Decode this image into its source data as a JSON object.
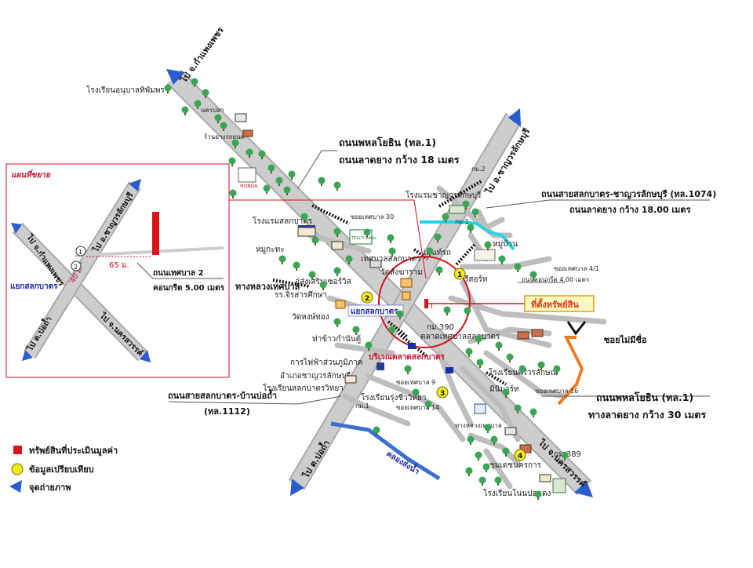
{
  "colors": {
    "road": "#c9c9c9",
    "road_edge": "#a8a8a8",
    "accent_red": "#d8131a",
    "canal": "#3a6fd0",
    "cyan": "#22d3e6",
    "orange": "#f07a1e",
    "comp": "#f2ea20",
    "callout_bg": "#fff7c0",
    "callout_border": "#e39b20",
    "callout_text": "#e03a10"
  },
  "inset": {
    "title": "แผนที่ขยาย",
    "road_top": "ไป อ.ชาญวรลักษบุรี",
    "road_left": "ไป จ.กำแพงเพชร",
    "road_bottom_left": "ไป ต.บ่อถ้ำ",
    "road_bottom_right": "ไป จ.นครสวรรค์",
    "junction": "แยกสลกบาตร",
    "dist_65": "65 ม.",
    "dist_40": "40 ม.",
    "lane_name": "ถนนเทศบาล 2",
    "lane_surface": "คอนกรีต 5.00 เมตร",
    "photo_1": "1",
    "photo_2": "2"
  },
  "legend": {
    "subject": "ทรัพย์สินที่ประเมินมูลค่า",
    "comparable": "ข้อมูลเปรียบเทียบ",
    "photo": "จุดถ่ายภาพ"
  },
  "roads": {
    "phahon_top_name": "ถนนพหลโยธิน (ทล.1)",
    "phahon_top_surface": "ถนนลาดยาง กว้าง 18 เมตร",
    "phahon_bottom_name": "ถนนพหลโยธิน (ทล.1)",
    "phahon_bottom_surface": "ทางลาดยาง กว้าง 30 เมตร",
    "r1074_name": "ถนนสายสลกบาตร-ชาญวรลักษบุรี (ทล.1074)",
    "r1074_surface": "ถนนลาดยาง กว้าง 18.00 เมตร",
    "r1112_name": "ถนนสายสลกบาตร-บ้านบ่อถ้ำ",
    "r1112_code": "(ทล.1112)",
    "to_kamphaeng": "ไป จ.กำแพงเพชร",
    "to_chanwat": "ไป อ.ชาญวรลักษบุรี",
    "to_botham": "ไป ต.บ่อถ้ำ",
    "to_nakhon": "ไป จ.นครสวรรค์",
    "junction": "แยกสลกบาตร",
    "soi_4_1": "ซอยเทศบาล 4/1",
    "soi_4_1_surface": "ถนนคอนกรีต 4.00 เมตร",
    "soi_noname": "ซอยไม่มีชื่อ",
    "soi_16": "ซอยเทศบาล 16",
    "soi_30": "ซอยเทศบาล 30",
    "soi_9": "ซอยเทศบาล 9",
    "soi_14": "ซอยเทศบาล 14",
    "tang_luang": "ทางหลวงเทศบาล",
    "km_390": "กม.390",
    "km_389": "กม.389",
    "km_2": "กม.2",
    "km_1": "กม.1",
    "km_12": "กม.1",
    "canal": "คลองส่งน้ำ"
  },
  "places": {
    "school_anuban": "โรงเรียนอนุบาลทิพัมพร",
    "nakhon_pla": "นครปลา",
    "store": "ร้านยางรถยนต์",
    "honda": "HONDA",
    "hotel_salok": "โรงแรมสลกบาตร",
    "mu_kratha": "หมูกะทะ",
    "shop_1": "อู่ส่งเสริมเซอร์วิส",
    "school_chira": "รร.จิรสารศึกษา",
    "wat_hong": "วัดหงษ์ทอง",
    "rice_shop": "ท่าข้าวกำนันตู้",
    "electric": "การไฟฟ้าส่วนภูมิภาค",
    "district": "อำเภอชาญวรลักษบุรี",
    "school_salok": "โรงเรียนสลกบาตรวิทยา",
    "school_rung": "โรงเรียนรุ่งชีววิทยา",
    "municipality": "เทศบาลสลกบาตร",
    "wat_sang": "วัดสังฆาราม",
    "tent": "เต็นท์รถ",
    "hotel_chanwat": "โรงแรมชาญวรลักษบุรี",
    "village": "หมู่บ้าน",
    "resort": "รีสอร์ท",
    "market": "ตลาดเทศบาลสลกบาตร",
    "market_area": "บริเวณตลาดสลกบาตร",
    "school_sri": "โรงเรียนศรีวรลักษณ์",
    "minimart": "มินิมาร์ท",
    "tang_luang_tes": "ทางหลวงเทศบาล",
    "cooperative": "ชุมเดชนครการ",
    "school_non": "โรงเรียนโนนปอแดง",
    "sign_tesco": "TESCO Lotus"
  },
  "subject": {
    "callout": "ที่ตั้งทรัพย์สิน",
    "marker": "I"
  },
  "comparables": [
    {
      "id": "1"
    },
    {
      "id": "2"
    },
    {
      "id": "3"
    },
    {
      "id": "4"
    }
  ]
}
